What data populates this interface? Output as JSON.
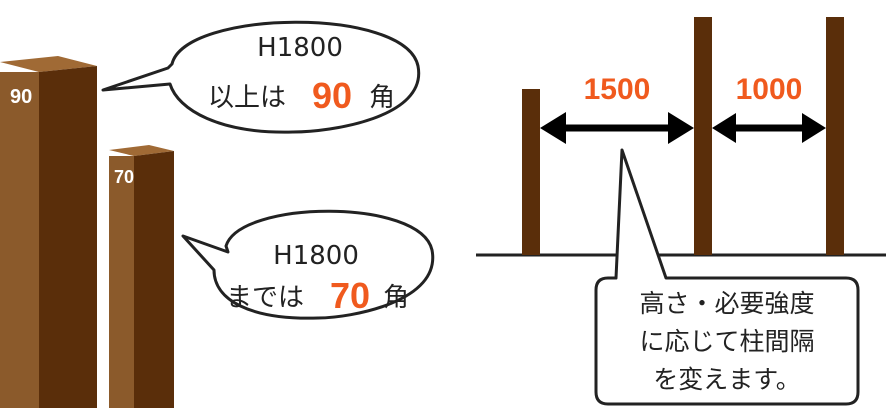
{
  "posts": {
    "large": {
      "label": "90"
    },
    "small": {
      "label": "70"
    }
  },
  "callouts": {
    "upper": {
      "line1": "H1800",
      "line2_prefix": "以上は",
      "value": "90",
      "unit": "角"
    },
    "lower": {
      "line1": "H1800",
      "line2_prefix": "までは",
      "value": "70",
      "unit": "角"
    }
  },
  "spacing": {
    "span_left": "1500",
    "span_right": "1000",
    "note_lines": [
      "高さ・必要強度",
      "に応じて柱間隔",
      "を変えます。"
    ]
  },
  "colors": {
    "post_front": "#8B5A2B",
    "post_side": "#5A2E0A",
    "post_top": "#A06A35",
    "accent": "#F05A1E",
    "stroke": "#222222"
  }
}
